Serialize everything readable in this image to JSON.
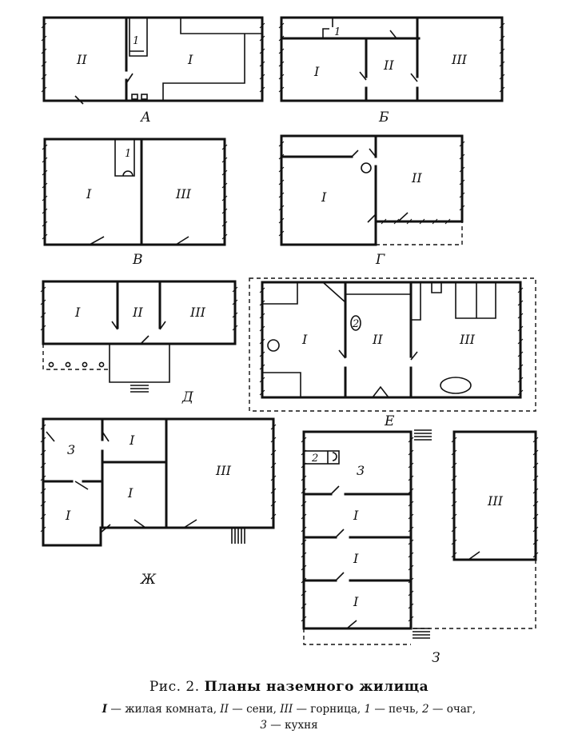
{
  "plans": {
    "A": {
      "letter": "А",
      "rooms": [
        "II",
        "I"
      ],
      "stove": "1"
    },
    "B": {
      "letter": "Б",
      "rooms": [
        "I",
        "II",
        "III"
      ],
      "stove": "1"
    },
    "V": {
      "letter": "В",
      "rooms": [
        "I",
        "III"
      ],
      "stove": "1"
    },
    "G": {
      "letter": "Г",
      "rooms": [
        "I",
        "II"
      ]
    },
    "D": {
      "letter": "Д",
      "rooms": [
        "I",
        "II",
        "III"
      ]
    },
    "E": {
      "letter": "Е",
      "rooms": [
        "I",
        "II",
        "III"
      ],
      "hearth": "2"
    },
    "Zh": {
      "letter": "Ж",
      "rooms": [
        "3",
        "I",
        "I",
        "I",
        "III"
      ]
    },
    "Z": {
      "letter": "З",
      "rooms": [
        "3",
        "I",
        "I",
        "I",
        "III"
      ],
      "hearth": "2"
    }
  },
  "caption": {
    "prefix": "Рис. 2.",
    "title": "Планы наземного жилища",
    "legend": [
      {
        "key": "I",
        "text": "жилая комната"
      },
      {
        "key": "II",
        "text": "сени"
      },
      {
        "key": "III",
        "text": "горница"
      },
      {
        "key": "1",
        "text": "печь"
      },
      {
        "key": "2",
        "text": "очаг"
      },
      {
        "key": "3",
        "text": "кухня"
      }
    ]
  }
}
